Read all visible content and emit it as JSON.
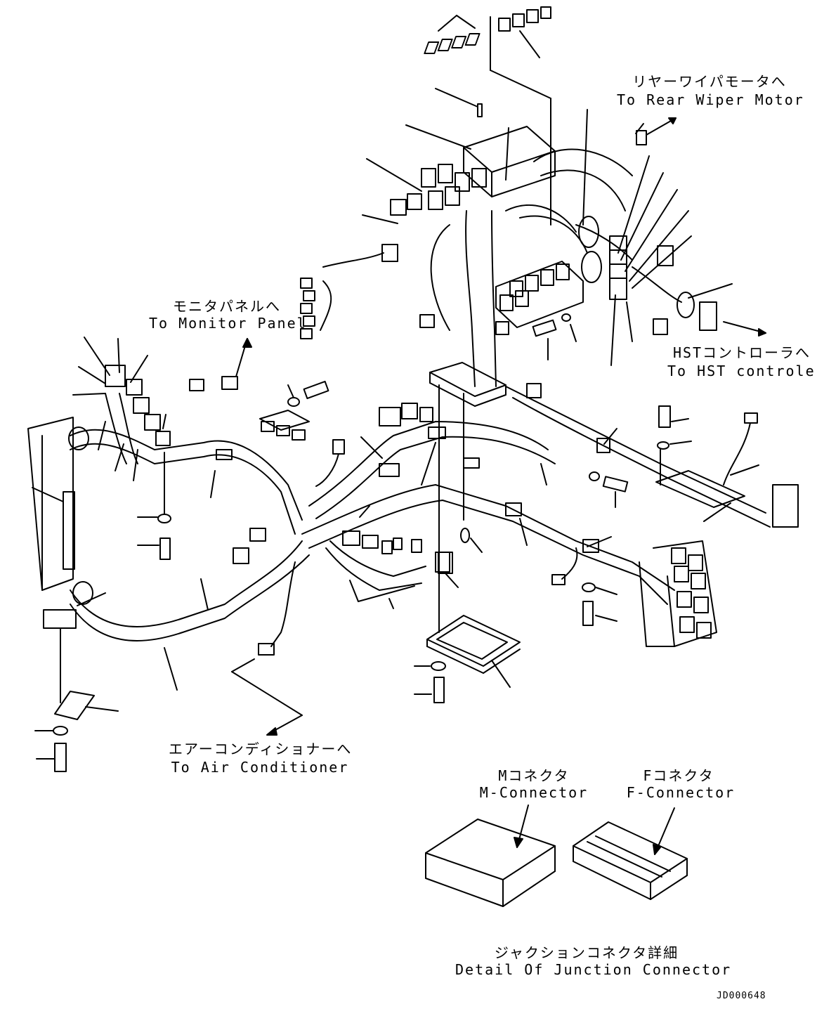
{
  "labels": {
    "rear_wiper_jp": "リヤーワイパモータへ",
    "rear_wiper_en": "To Rear Wiper Motor",
    "monitor_jp": "モニタパネルへ",
    "monitor_en": "To Monitor Panel",
    "hst_jp": "HSTコントローラへ",
    "hst_en": "To HST controler",
    "aircon_jp": "エアーコンディショナーへ",
    "aircon_en": "To Air Conditioner",
    "m_conn_jp": "Mコネクタ",
    "m_conn_en": "M-Connector",
    "f_conn_jp": "Fコネクタ",
    "f_conn_en": "F-Connector",
    "junction_jp": "ジャクションコネクタ詳細",
    "junction_en": "Detail Of Junction Connector",
    "drawing_id": "JD000648"
  }
}
